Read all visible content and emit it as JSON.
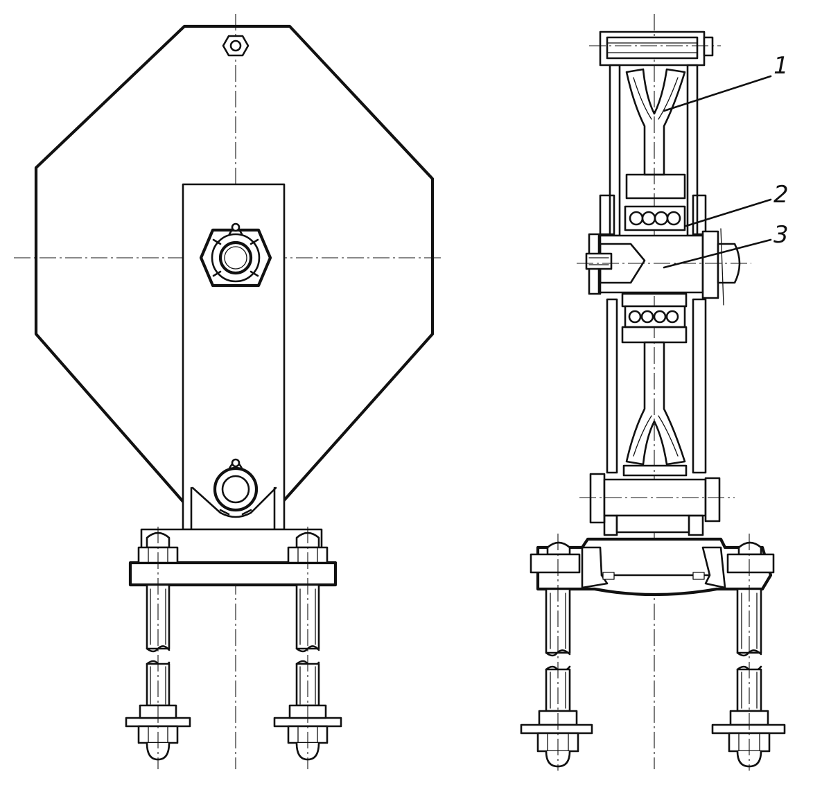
{
  "figure": {
    "callouts": [
      {
        "number": "1",
        "part": "pulley"
      },
      {
        "number": "2",
        "part": "ball-bearing"
      },
      {
        "number": "3",
        "part": "axle"
      }
    ]
  },
  "views": [
    "front-view",
    "side-section-view"
  ]
}
